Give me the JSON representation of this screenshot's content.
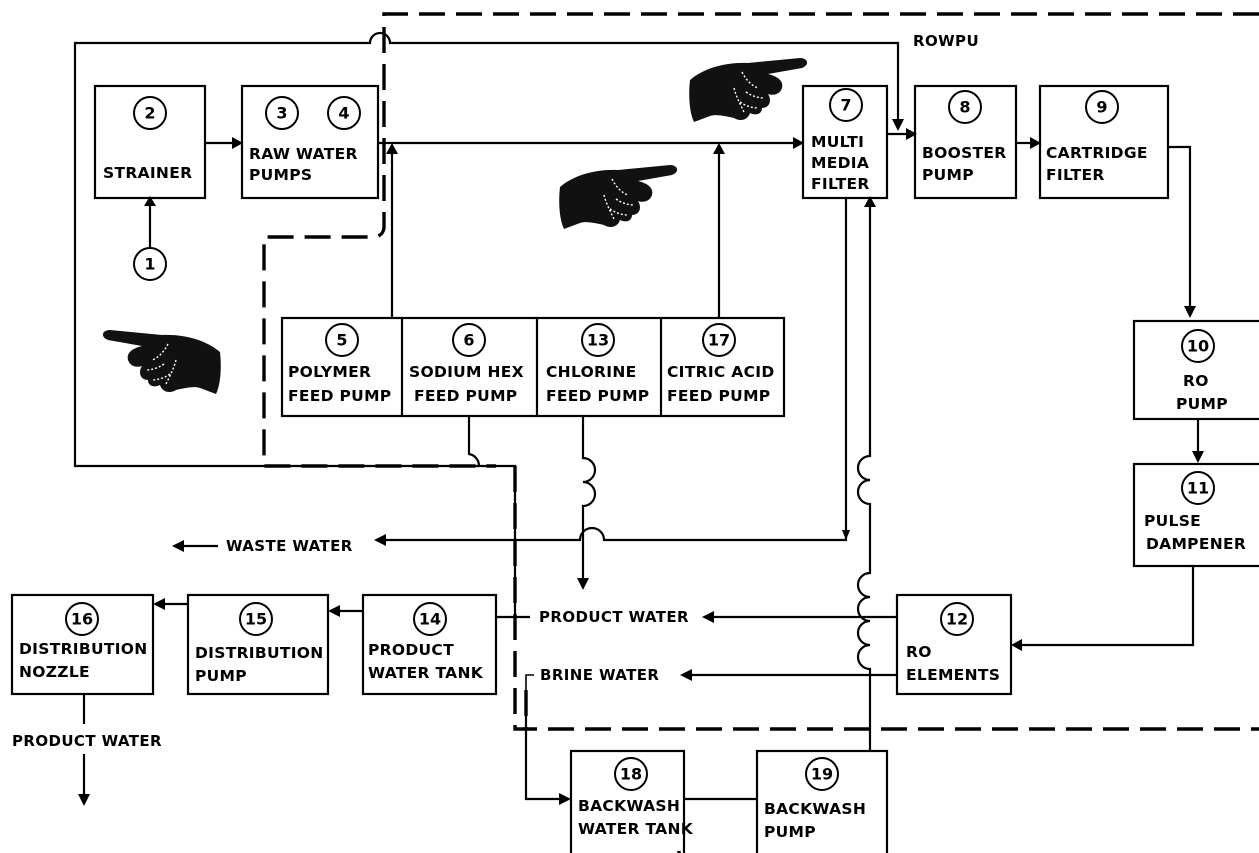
{
  "components": [
    {
      "id": "box-1",
      "num": "1",
      "lines": []
    },
    {
      "id": "box-2",
      "num": "2",
      "lines": [
        "STRAINER"
      ]
    },
    {
      "id": "box-3-4",
      "num": "3",
      "num2": "4",
      "lines": [
        "RAW WATER",
        "PUMPS"
      ]
    },
    {
      "id": "box-5",
      "num": "5",
      "lines": [
        "POLYMER",
        "FEED PUMP"
      ]
    },
    {
      "id": "box-6",
      "num": "6",
      "lines": [
        "SODIUM HEX",
        "FEED PUMP"
      ]
    },
    {
      "id": "box-13",
      "num": "13",
      "lines": [
        "CHLORINE",
        "FEED PUMP"
      ]
    },
    {
      "id": "box-17",
      "num": "17",
      "lines": [
        "CITRIC ACID",
        "FEED PUMP"
      ]
    },
    {
      "id": "box-7",
      "num": "7",
      "lines": [
        "MULTI",
        "MEDIA",
        "FILTER"
      ]
    },
    {
      "id": "box-8",
      "num": "8",
      "lines": [
        "BOOSTER",
        "PUMP"
      ]
    },
    {
      "id": "box-9",
      "num": "9",
      "lines": [
        "CARTRIDGE",
        "FILTER"
      ]
    },
    {
      "id": "box-10",
      "num": "10",
      "lines": [
        "RO",
        "PUMP"
      ]
    },
    {
      "id": "box-11",
      "num": "11",
      "lines": [
        "PULSE",
        "DAMPENER"
      ]
    },
    {
      "id": "box-12",
      "num": "12",
      "lines": [
        "RO",
        "ELEMENTS"
      ]
    },
    {
      "id": "box-14",
      "num": "14",
      "lines": [
        "PRODUCT",
        "WATER TANK"
      ]
    },
    {
      "id": "box-15",
      "num": "15",
      "lines": [
        "DISTRIBUTION",
        "PUMP"
      ]
    },
    {
      "id": "box-16",
      "num": "16",
      "lines": [
        "DISTRIBUTION",
        "NOZZLE"
      ]
    },
    {
      "id": "box-18",
      "num": "18",
      "lines": [
        "BACKWASH",
        "WATER TANK"
      ]
    },
    {
      "id": "box-19",
      "num": "19",
      "lines": [
        "BACKWASH",
        "PUMP"
      ]
    }
  ],
  "flow_labels": {
    "rowpu": "ROWPU",
    "waste_water": "WASTE WATER",
    "product_water": "PRODUCT WATER",
    "brine_water": "BRINE WATER",
    "product_water_out": "PRODUCT WATER"
  },
  "icons": [
    "pointing-hand-icon"
  ]
}
